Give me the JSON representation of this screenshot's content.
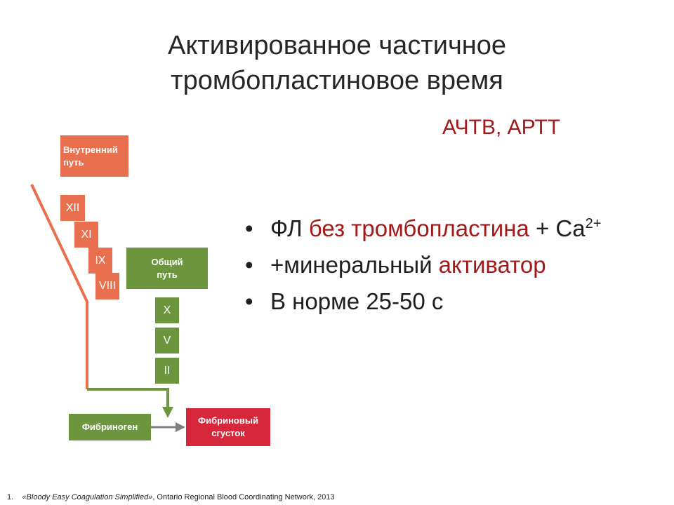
{
  "title": {
    "line1": "Активированное частичное",
    "line2": "тромбопластиновое время"
  },
  "subtitle": "АЧТВ, АРТТ",
  "bullets": [
    {
      "pre": "ФЛ ",
      "red": "без тромбопластина",
      "post": " + Ca",
      "sup": "2+"
    },
    {
      "pre": "+минеральный ",
      "red": "активатор"
    },
    {
      "pre": "В норме 25-50 с"
    }
  ],
  "diagram": {
    "intrinsic_label_1": "Внутренний",
    "intrinsic_label_2": "путь",
    "intrinsic_factors": [
      "XII",
      "XI",
      "IX",
      "VIII"
    ],
    "common_label_1": "Общий",
    "common_label_2": "путь",
    "common_factors": [
      "X",
      "V",
      "II"
    ],
    "fibrinogen": "Фибриноген",
    "clot_1": "Фибриновый",
    "clot_2": "сгусток",
    "colors": {
      "orange": "#e8704f",
      "green": "#6b963d",
      "red": "#d6283a",
      "gray": "#7f7f7f"
    }
  },
  "footnote": {
    "num": "1.",
    "title": "«Bloody Easy Coagulation Simplified»",
    "rest": ", Ontario Regional Blood Coordinating Network, 2013"
  }
}
